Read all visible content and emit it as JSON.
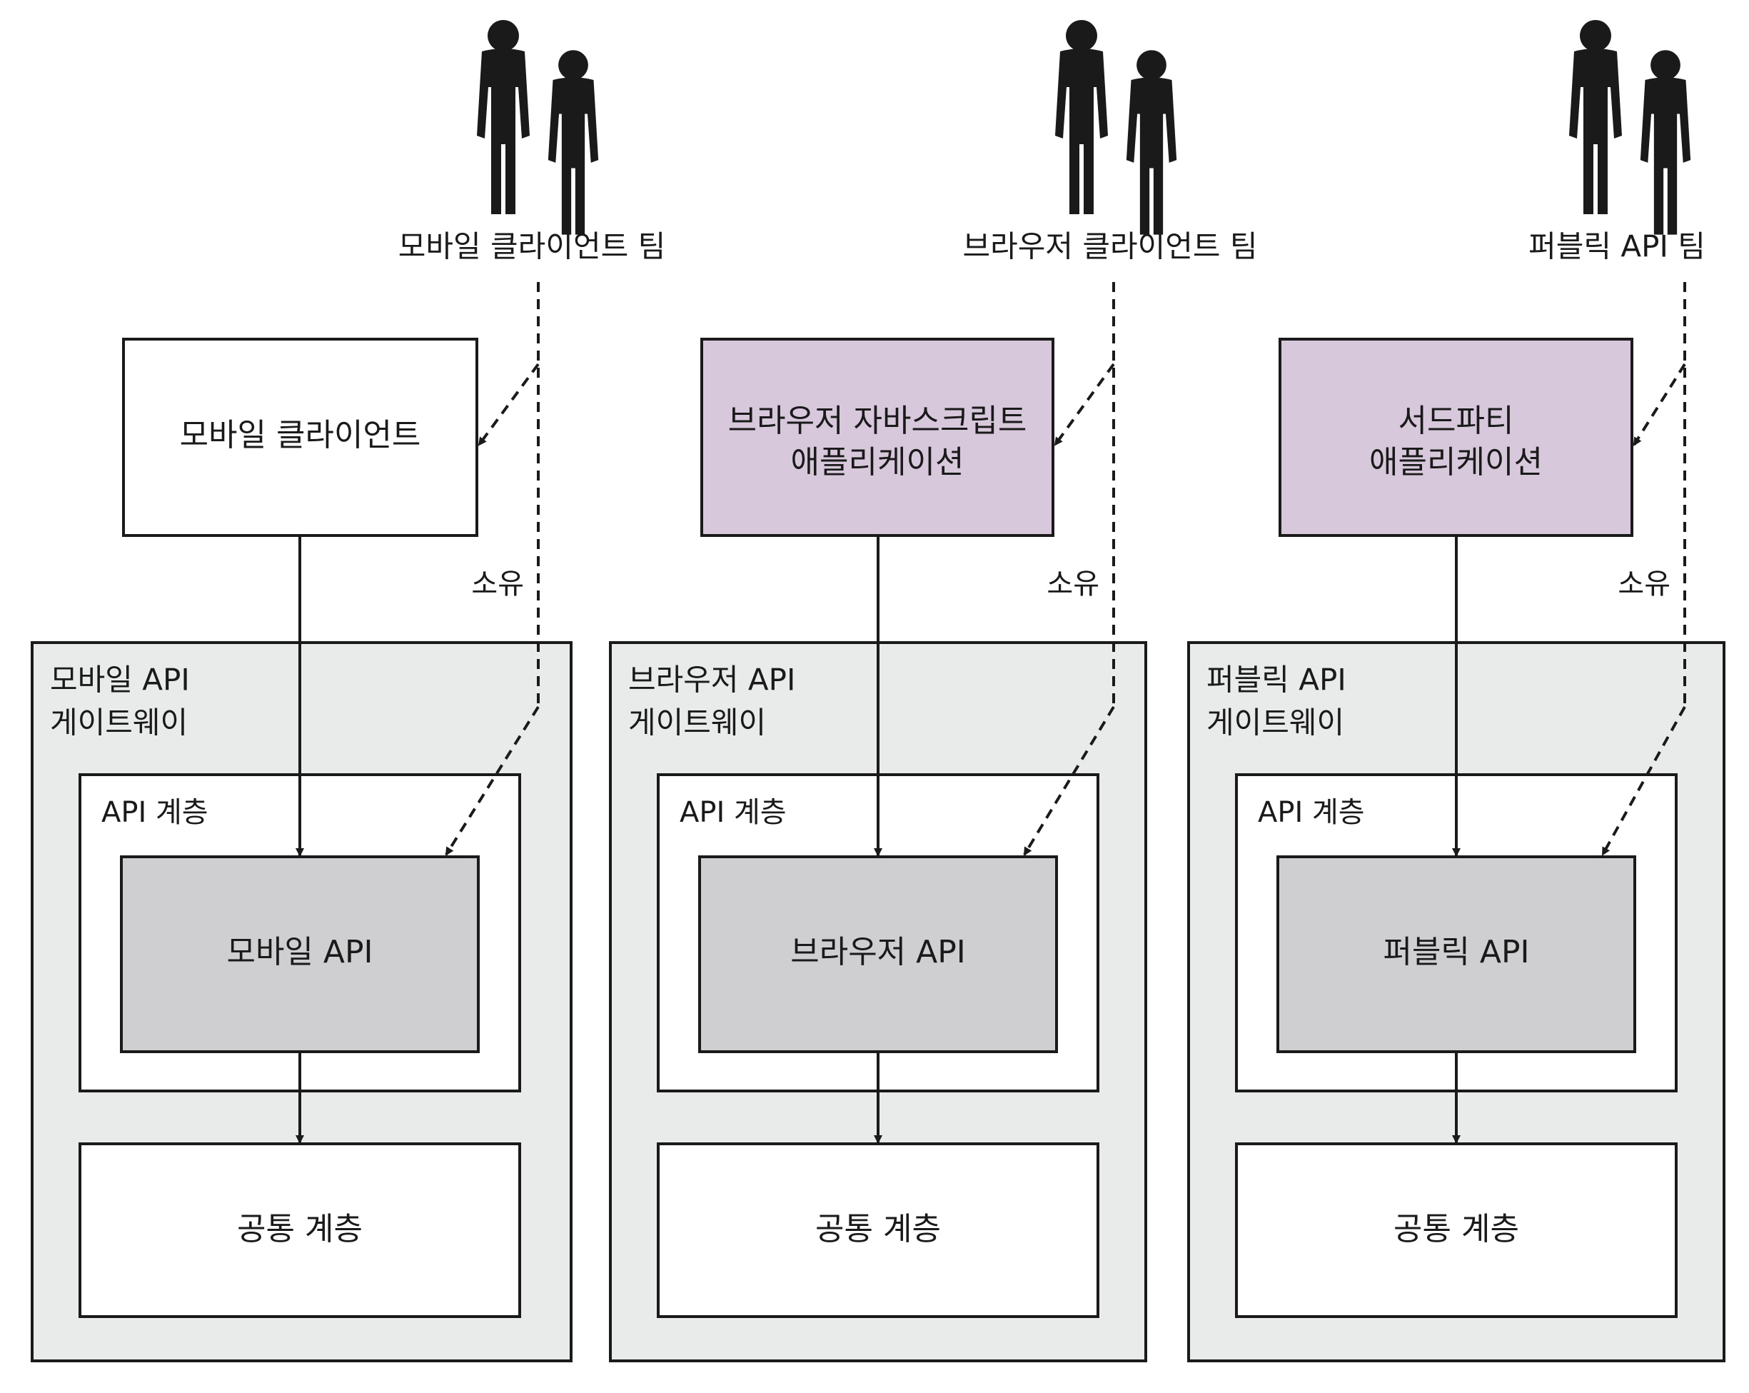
{
  "colors": {
    "gateway_fill": "#e9eaea",
    "client_highlight_fill": "#d8c8dc",
    "api_fill": "#cfcfd1",
    "box_fill": "#ffffff",
    "stroke": "#1a1a1a"
  },
  "icons": {
    "team": "people-icon"
  },
  "columns": [
    {
      "key": "mobile",
      "team_label": "모바일 클라이언트 팀",
      "client_lines": [
        "모바일 클라이언트"
      ],
      "client_highlight": false,
      "owns_label": "소유",
      "gateway_lines": [
        "모바일 API",
        "게이트웨이"
      ],
      "api_layer_label": "API 계층",
      "api_label": "모바일 API",
      "common_label": "공통 계층"
    },
    {
      "key": "browser",
      "team_label": "브라우저 클라이언트 팀",
      "client_lines": [
        "브라우저 자바스크립트",
        "애플리케이션"
      ],
      "client_highlight": true,
      "owns_label": "소유",
      "gateway_lines": [
        "브라우저 API",
        "게이트웨이"
      ],
      "api_layer_label": "API 계층",
      "api_label": "브라우저 API",
      "common_label": "공통 계층"
    },
    {
      "key": "public",
      "team_label": "퍼블릭 API 팀",
      "client_lines": [
        "서드파티",
        "애플리케이션"
      ],
      "client_highlight": true,
      "owns_label": "소유",
      "gateway_lines": [
        "퍼블릭 API",
        "게이트웨이"
      ],
      "api_layer_label": "API 계층",
      "api_label": "퍼블릭 API",
      "common_label": "공통 계층"
    }
  ]
}
